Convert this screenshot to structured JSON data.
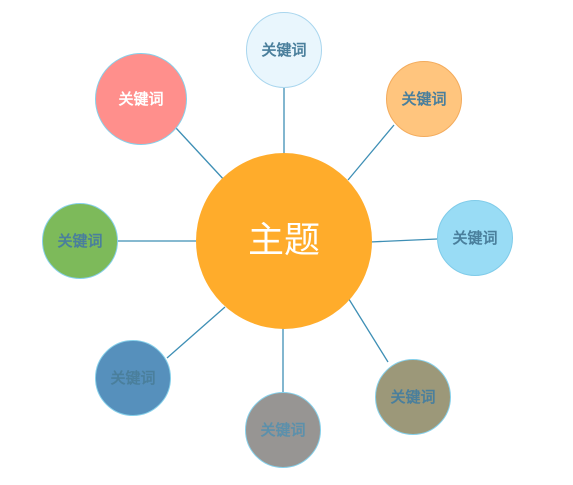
{
  "center": {
    "label": "主题",
    "color": "#ffac2b",
    "text_color": "#ffffff"
  },
  "connector_color": "#3e8fb5",
  "keywords": [
    {
      "label": "关键词",
      "fill": "#e9f6fd",
      "border": "#a9d6ee",
      "text_color": "#4a7f9c"
    },
    {
      "label": "关键词",
      "fill": "#ffc57e",
      "border": "#f3ab5c",
      "text_color": "#4a7f9c"
    },
    {
      "label": "关键词",
      "fill": "#99dcf5",
      "border": "#7fcbe9",
      "text_color": "#4a7f9c"
    },
    {
      "label": "关键词",
      "fill": "#9c9879",
      "border": "#86d0ea",
      "text_color": "#4a7f9c"
    },
    {
      "label": "关键词",
      "fill": "#979593",
      "border": "#86d0ea",
      "text_color": "#5c90ab"
    },
    {
      "label": "关键词",
      "fill": "#5690bc",
      "border": "#86d0ea",
      "text_color": "#4a7f9c"
    },
    {
      "label": "关键词",
      "fill": "#7dba5a",
      "border": "#86d0ea",
      "text_color": "#4a7f9c"
    },
    {
      "label": "关键词",
      "fill": "#ff8f8c",
      "border": "#86d0ea",
      "text_color": "#ffffff"
    }
  ]
}
